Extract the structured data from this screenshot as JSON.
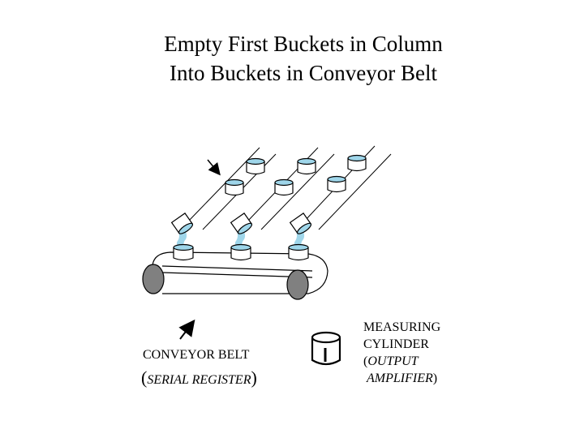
{
  "title": {
    "line1": "Empty First Buckets in Column",
    "line2": "Into Buckets in Conveyor Belt"
  },
  "labels": {
    "conveyor": "CONVEYOR BELT",
    "serial_open": "(",
    "serial_text": "SERIAL REGISTER",
    "serial_close": ")",
    "meas_line1": "MEASURING",
    "meas_line2": "CYLINDER",
    "meas_line3_paren": "(",
    "meas_line3": "OUTPUT",
    "meas_line4": "AMPLIFIER",
    "meas_line4_paren": ")"
  },
  "colors": {
    "water": "#9fd6ea",
    "water_dark": "#6fbcd8",
    "roller": "#808080",
    "line": "#000000",
    "bucket_fill": "#ffffff"
  }
}
